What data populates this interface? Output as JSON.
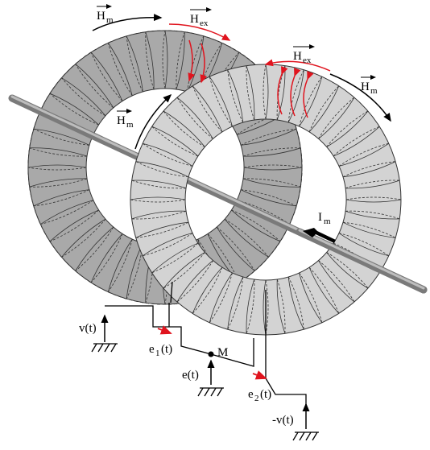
{
  "labels": {
    "hm": {
      "main": "H",
      "sub": "m"
    },
    "hex": {
      "main": "H",
      "sub": "ex"
    },
    "im": {
      "main": "I",
      "sub": "m"
    },
    "vt": "v(t)",
    "e1": {
      "main": "e",
      "sub": "1",
      "tail": "(t)"
    },
    "et": "e(t)",
    "m": "M",
    "e2": {
      "main": "e",
      "sub": "2",
      "tail": "(t)"
    },
    "neg_vt": "-v(t)"
  },
  "colors": {
    "core_back": "#a9a9a9",
    "core_front": "#d3d3d3",
    "rod": "#9c9c9c",
    "red": "#e0141e",
    "ink": "#000000"
  }
}
